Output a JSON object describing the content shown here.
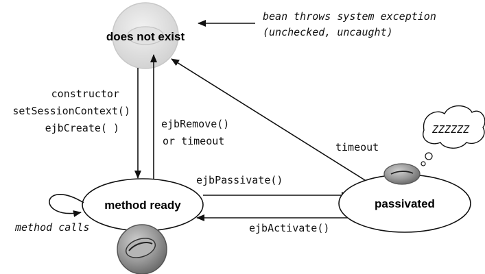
{
  "states": {
    "does_not_exist": "does not exist",
    "method_ready": "method ready",
    "passivated": "passivated"
  },
  "notes": {
    "exception_line1": "bean throws system exception",
    "exception_line2": "(unchecked, uncaught)",
    "sleep": "ZZZZZZ"
  },
  "transitions": {
    "create_line1": "constructor",
    "create_line2": "setSessionContext()",
    "create_line3": "ejbCreate( )",
    "remove_line1": "ejbRemove()",
    "remove_line2": "or timeout",
    "passivate": "ejbPassivate()",
    "activate": "ejbActivate()",
    "timeout": "timeout",
    "method_calls": "method calls"
  },
  "colors": {
    "line": "#111111",
    "bean_body": "#8f8f8f",
    "bean_highlight": "#c9c9c9",
    "ghost_body": "#d9d9d9"
  }
}
